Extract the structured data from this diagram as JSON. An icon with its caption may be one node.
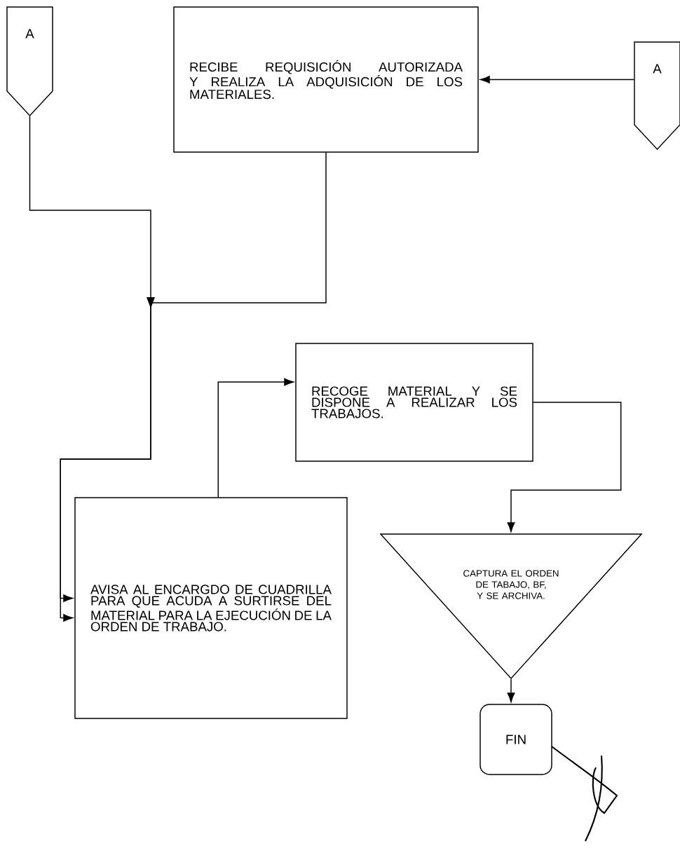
{
  "diagram": {
    "nodes": [
      {
        "text": [
          "A"
        ]
      },
      {
        "text": [
          "RECIBE REQUISICIÓN AUTORIZADA Y REALIZA LA ADQUISICIÓN DE LOS MATERIALES."
        ]
      },
      {
        "text": [
          "A"
        ]
      },
      {
        "text": [
          "RECOGE MATERIAL Y SE DISPONE A REALIZAR LOS TRABAJOS."
        ]
      },
      {
        "text": [
          "AVISA AL ENCARGDO DE CUADRILLA PARA QUE ACUDA A SURTIRSE DEL MATERIAL PARA LA EJECUCIÓN DE LA ORDEN DE TRABAJO."
        ]
      },
      {
        "text": [
          "CAPTURA EL ORDEN DE TABAJO, BF, Y SE ARCHIVA."
        ]
      },
      {
        "text": [
          "FIN"
        ]
      }
    ],
    "edges": [
      {
        "from": 0,
        "to": 4,
        "arrow": "to"
      },
      {
        "from": 1,
        "to": 4,
        "arrow": "to"
      },
      {
        "from": 2,
        "to": 1,
        "arrow": "to"
      },
      {
        "from": 4,
        "to": 3,
        "arrow": "to"
      },
      {
        "from": 3,
        "to": 5,
        "arrow": "to"
      },
      {
        "from": 5,
        "to": 6,
        "arrow": "to"
      }
    ]
  }
}
